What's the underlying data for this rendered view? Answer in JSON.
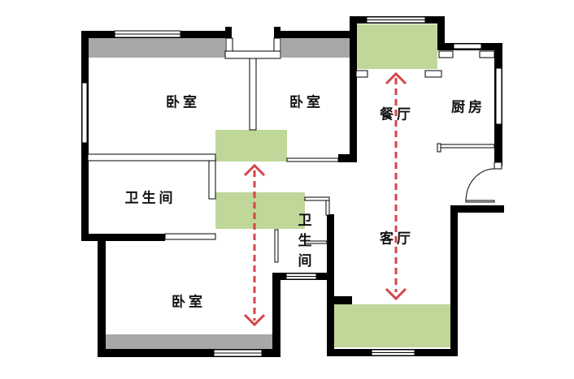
{
  "colors": {
    "wall": "#000000",
    "zone": "#bfd799",
    "balcony": "#a8a8a8",
    "arrow": "#d4444c"
  },
  "rooms": {
    "bedroom_top_left": "卧室",
    "bedroom_top_right": "卧室",
    "dining": "餐厅",
    "kitchen": "厨房",
    "bathroom_main": "卫生间",
    "bathroom_small": [
      "卫",
      "生",
      "间"
    ],
    "living": "客厅",
    "bedroom_bottom": "卧室"
  }
}
